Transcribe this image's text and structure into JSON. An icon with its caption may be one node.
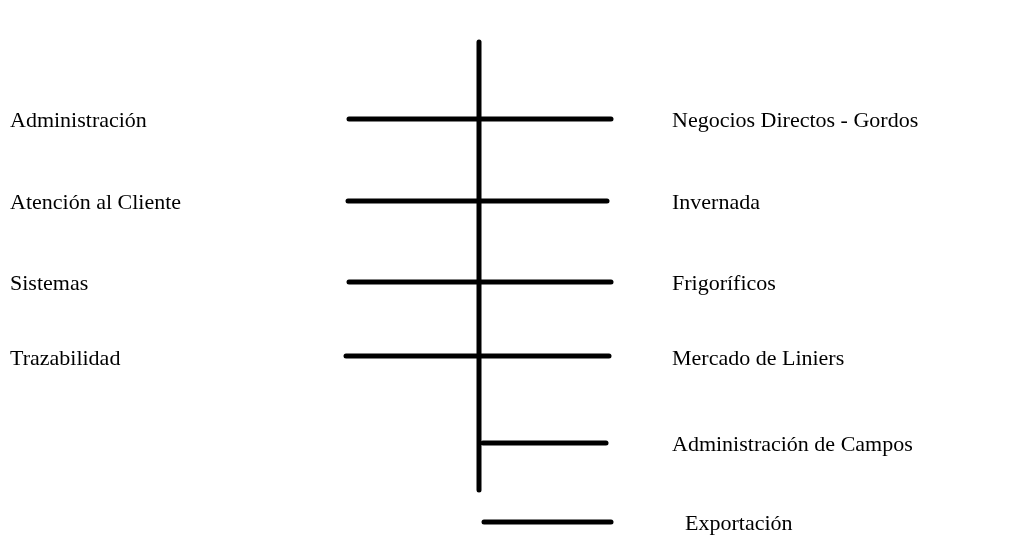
{
  "diagram": {
    "labels": [
      "Administración",
      "Negocios Directos - Gordos",
      "Atención al Cliente",
      "Invernada",
      "Sistemas",
      "Frigoríficos",
      "Trazabilidad",
      "Mercado de Liniers",
      "Administración de Campos",
      "Exportación"
    ]
  }
}
